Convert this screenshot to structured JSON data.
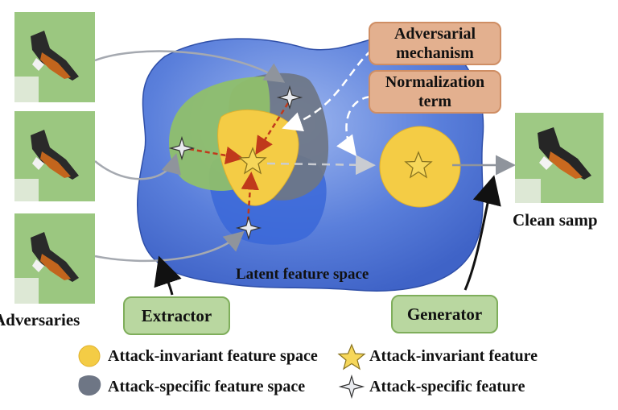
{
  "diagram": {
    "latent_label": "Latent feature space",
    "adversarial_label": "Adversarial\nmechanism",
    "normalization_label": "Normalization\nterm",
    "extractor_label": "Extractor",
    "generator_label": "Generator",
    "adversaries_label": "Adversaries",
    "clean_label": "Clean samp"
  },
  "legend": {
    "items": [
      {
        "label": "Attack-invariant feature space",
        "icon": "yellow-circle-icon"
      },
      {
        "label": "Attack-invariant feature",
        "icon": "yellow-star-icon"
      },
      {
        "label": "Attack-specific feature space",
        "icon": "gray-blob-icon"
      },
      {
        "label": "Attack-specific feature",
        "icon": "gray-sparkle-icon"
      }
    ]
  },
  "colors": {
    "latent_blue": "#4a6fd1",
    "invariant_yellow": "#f4cc45",
    "specific_gray": "#6e7685",
    "green_region": "#8fbf6b",
    "box_orange": "#e3b08f",
    "box_green": "#b9d7a0"
  }
}
